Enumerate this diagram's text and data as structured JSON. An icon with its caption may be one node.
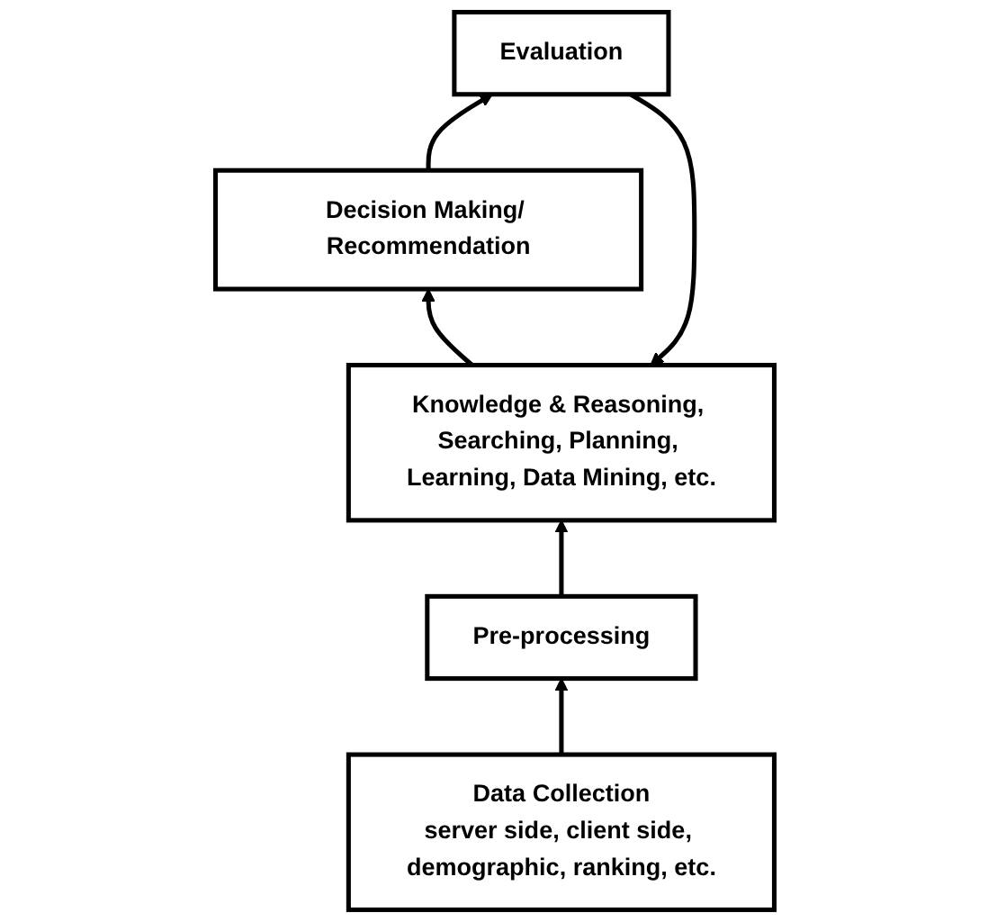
{
  "diagram": {
    "nodes": [
      {
        "text": [
          "Knowledge & Reasoning, Searching, Planning, Learning, Data Mining, etc."
        ]
      },
      {
        "text": [
          "Decision Making/ Recommendation"
        ]
      },
      {
        "text": [
          "Evaluation"
        ]
      },
      {
        "text": [
          "Pre-processing"
        ]
      },
      {
        "text": [
          "Data Collection",
          "server side, client side, demographic, ranking, etc."
        ]
      }
    ],
    "edges": [
      {
        "from": 0,
        "to": 1,
        "arrow": "to"
      },
      {
        "from": 1,
        "to": 2,
        "arrow": "to"
      },
      {
        "from": 2,
        "to": 0,
        "arrow": "to"
      },
      {
        "from": 3,
        "to": 0,
        "arrow": "to"
      },
      {
        "from": 4,
        "to": 3,
        "arrow": "to"
      }
    ]
  }
}
